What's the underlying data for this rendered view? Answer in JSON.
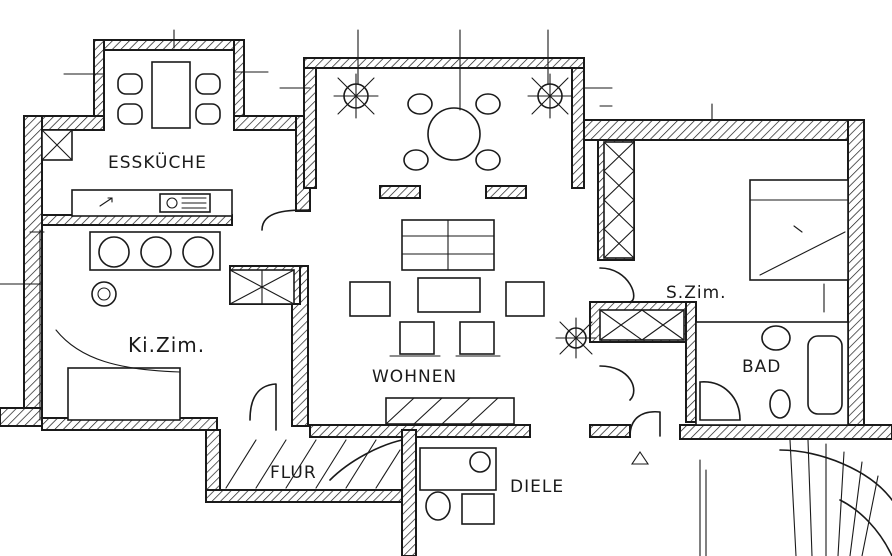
{
  "rooms": {
    "esskueche": "ESSKÜCHE",
    "kinderzimmer": "Ki.Zim.",
    "wohnen": "WOHNEN",
    "schlafzimmer": "S.Zim.",
    "bad": "BAD",
    "flur": "FLUR",
    "diele": "DIELE"
  },
  "icons": [
    "lamp-icon",
    "chair-icon",
    "table-icon",
    "toilet-icon",
    "sink-icon",
    "stove-icon",
    "door-icon",
    "stair-icon"
  ]
}
